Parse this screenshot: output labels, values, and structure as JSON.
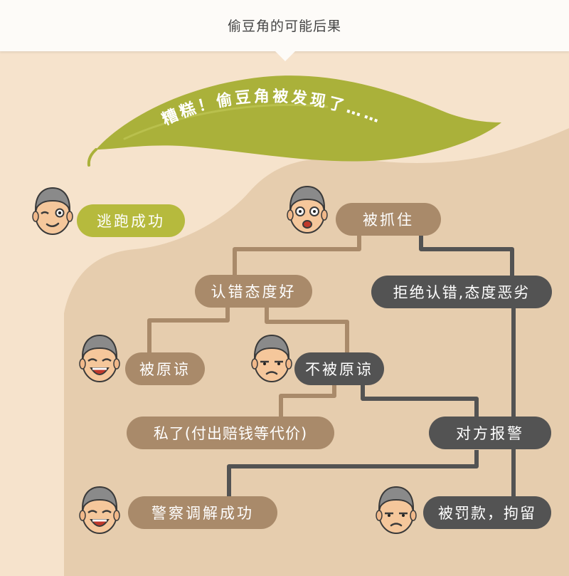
{
  "page": {
    "title": "偷豆角的可能后果"
  },
  "banner": {
    "text": "糟糕！偷豆角被发现了……"
  },
  "nodes": {
    "escape": "逃跑成功",
    "caught": "被抓住",
    "admit_good": "认错态度好",
    "refuse_bad": "拒绝认错,态度恶劣",
    "forgiven": "被原谅",
    "not_forgiven": "不被原谅",
    "private_settle": "私了(付出赔钱等代价)",
    "report_police": "对方报警",
    "police_mediate": "警察调解成功",
    "fined_detained": "被罚款，拘留"
  },
  "colors": {
    "background": "#f6e3cc",
    "sand": "#e6cdae",
    "pill_brown": "#a98a6a",
    "pill_dark": "#535353",
    "pill_green": "#b6ba3d",
    "leaf": "#aab13a",
    "line_brown": "#a98a6a",
    "line_dark": "#535353"
  },
  "icons": {
    "faces": [
      "winking-face",
      "shocked-face",
      "laughing-face",
      "worried-face",
      "laughing-face",
      "worried-face"
    ]
  }
}
